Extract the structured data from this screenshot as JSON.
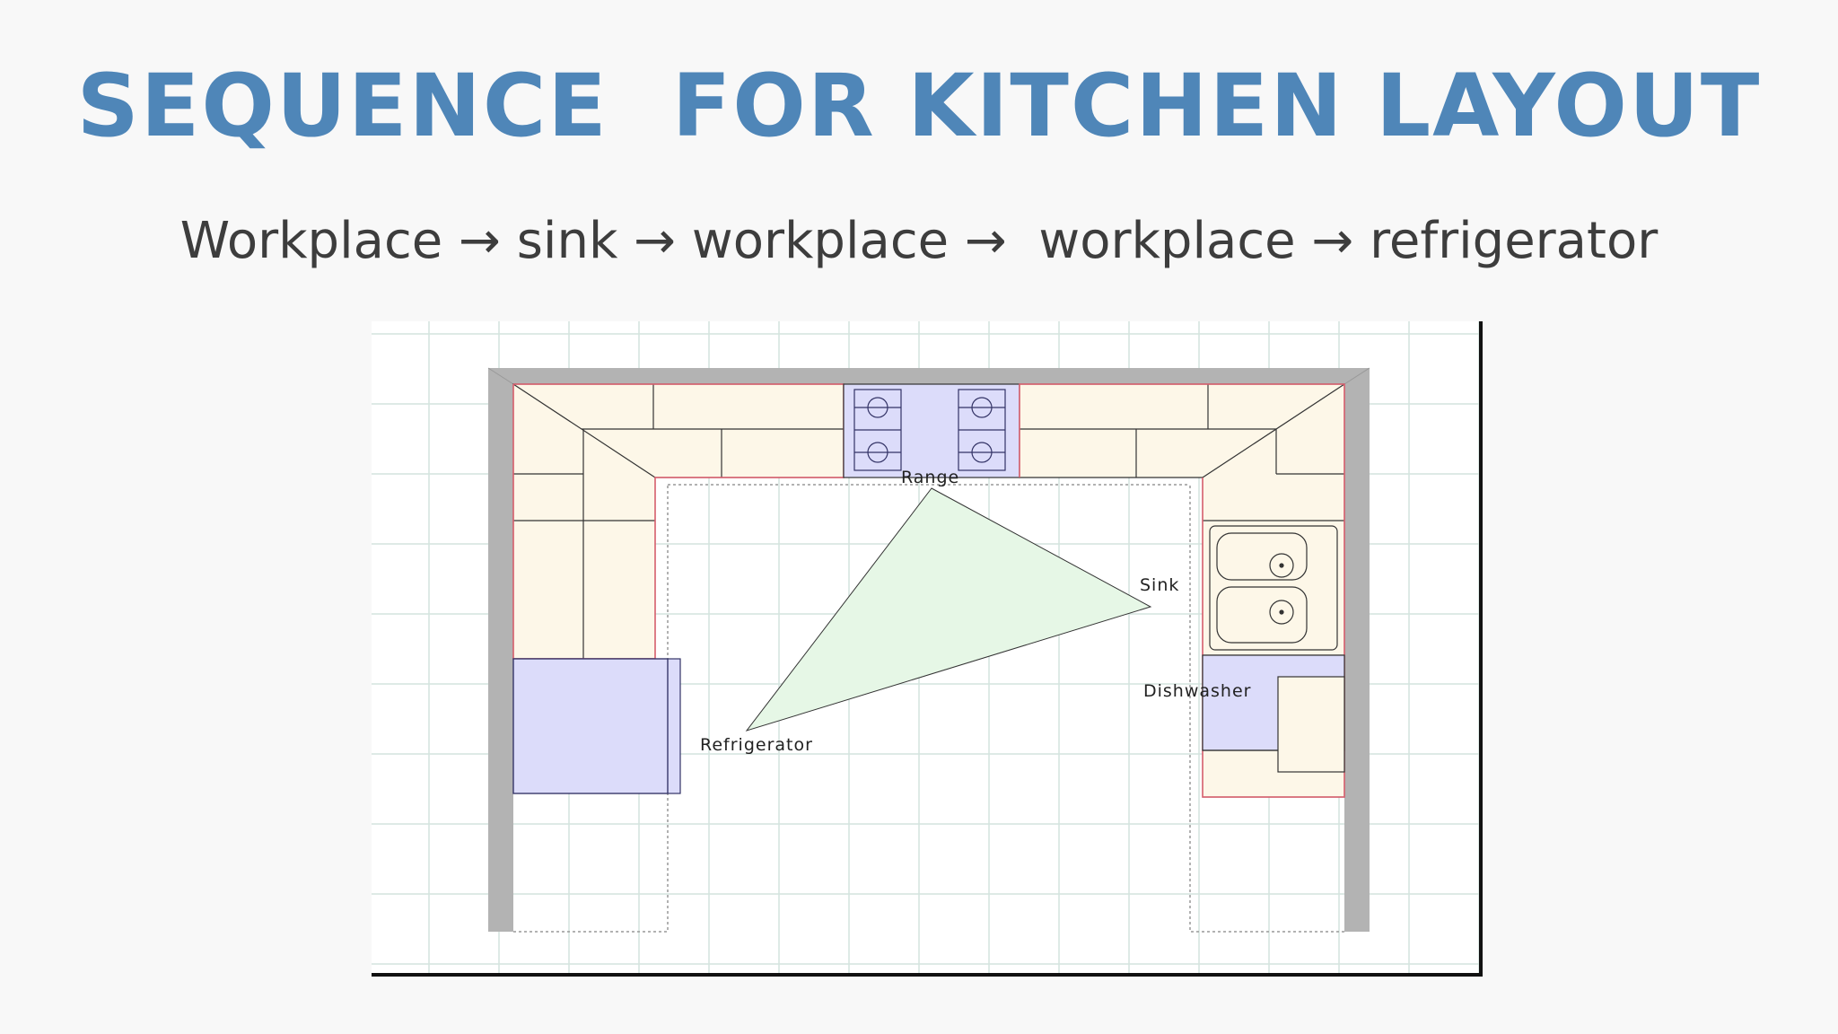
{
  "slide": {
    "title": "SEQUENCE  FOR KITCHEN LAYOUT",
    "subtitle": "Workplace → sink → workplace →  workplace → refrigerator"
  },
  "plan": {
    "labels": {
      "range": "Range",
      "sink": "Sink",
      "dishwasher": "Dishwasher",
      "refrigerator": "Refrigerator"
    },
    "colors": {
      "counter": "#fdf7e8",
      "appliance": "#dcdcfa",
      "wall": "#b3b3b3",
      "work_triangle": "#e6f7e6",
      "grid": "#d3e4de"
    }
  }
}
